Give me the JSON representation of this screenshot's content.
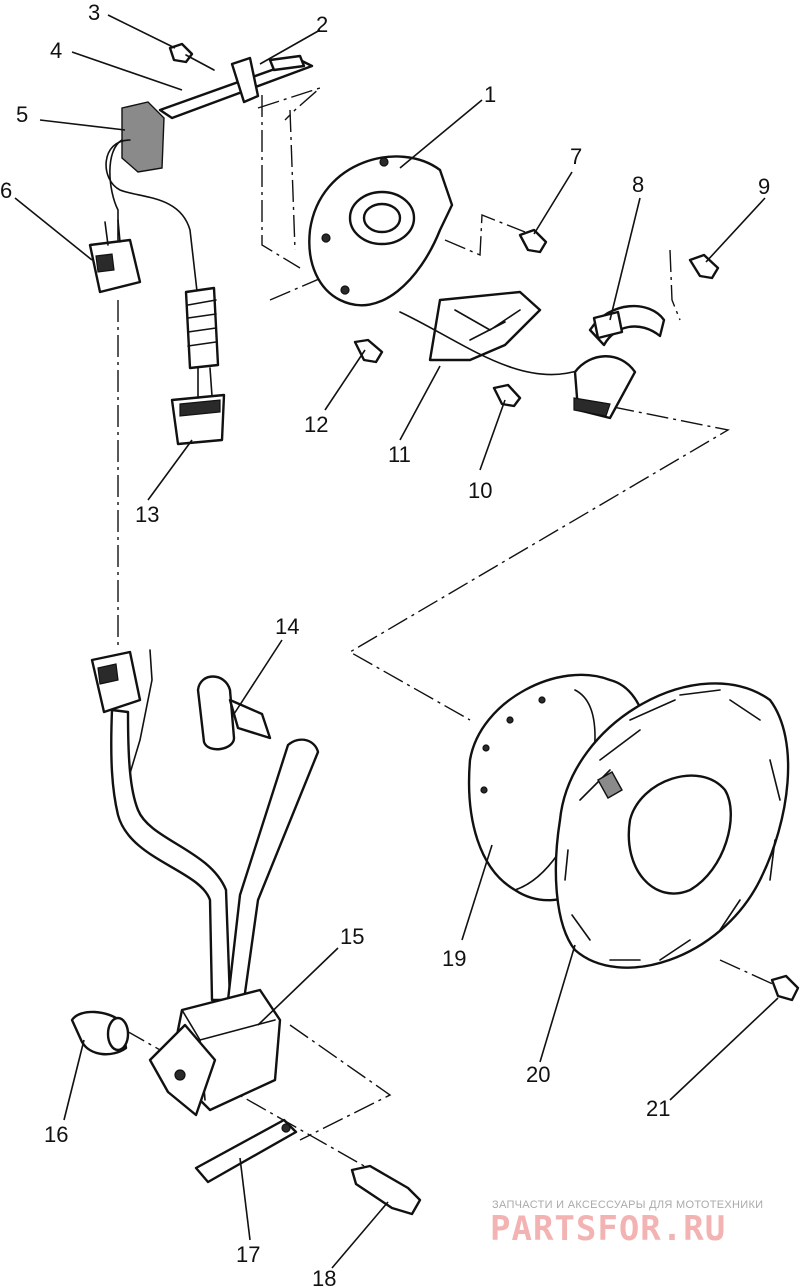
{
  "callouts": [
    {
      "id": "1",
      "label": "1"
    },
    {
      "id": "2",
      "label": "2"
    },
    {
      "id": "3",
      "label": "3"
    },
    {
      "id": "4",
      "label": "4"
    },
    {
      "id": "5",
      "label": "5"
    },
    {
      "id": "6",
      "label": "6"
    },
    {
      "id": "7",
      "label": "7"
    },
    {
      "id": "8",
      "label": "8"
    },
    {
      "id": "9",
      "label": "9"
    },
    {
      "id": "10",
      "label": "10"
    },
    {
      "id": "11",
      "label": "11"
    },
    {
      "id": "12",
      "label": "12"
    },
    {
      "id": "13",
      "label": "13"
    },
    {
      "id": "14",
      "label": "14"
    },
    {
      "id": "15",
      "label": "15"
    },
    {
      "id": "16",
      "label": "16"
    },
    {
      "id": "17",
      "label": "17"
    },
    {
      "id": "18",
      "label": "18"
    },
    {
      "id": "19",
      "label": "19"
    },
    {
      "id": "20",
      "label": "20"
    },
    {
      "id": "21",
      "label": "21"
    }
  ],
  "watermark": {
    "tagline": "ЗАПЧАСТИ И АКСЕССУАРЫ ДЛЯ МОТОТЕХНИКИ",
    "brand": "PARTSFOR.RU",
    "color": "#e23b3b"
  }
}
